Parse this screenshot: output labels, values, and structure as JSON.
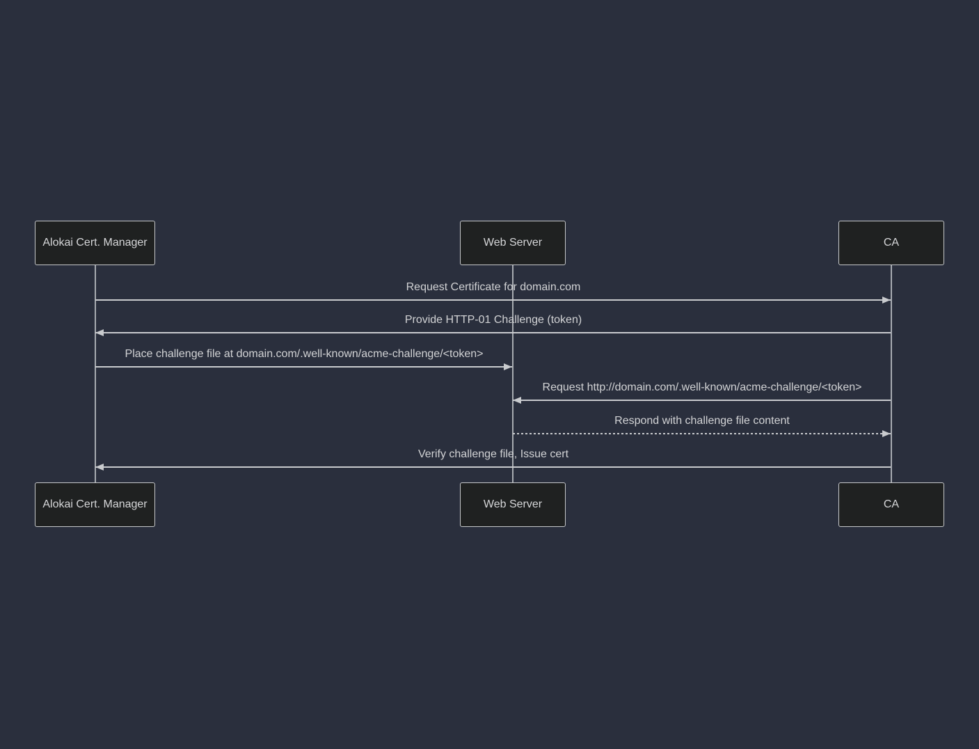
{
  "diagram": {
    "type": "sequence-diagram",
    "background_color": "#2a2f3d",
    "actor_fill": "#1f2121",
    "actor_border": "#c6c8ca",
    "text_color": "#d2d3d5",
    "line_color": "#c9cbce",
    "actors": [
      {
        "id": "alokai",
        "label": "Alokai Cert. Manager"
      },
      {
        "id": "webserver",
        "label": "Web Server"
      },
      {
        "id": "ca",
        "label": "CA"
      }
    ],
    "messages": [
      {
        "from": "Alokai Cert. Manager",
        "to": "CA",
        "label": "Request Certificate for domain.com",
        "style": "solid",
        "direction": "right"
      },
      {
        "from": "CA",
        "to": "Alokai Cert. Manager",
        "label": "Provide HTTP-01 Challenge (token)",
        "style": "solid",
        "direction": "left"
      },
      {
        "from": "Alokai Cert. Manager",
        "to": "Web Server",
        "label": "Place challenge file at domain.com/.well-known/acme-challenge/<token>",
        "style": "solid",
        "direction": "right"
      },
      {
        "from": "CA",
        "to": "Web Server",
        "label": "Request http://domain.com/.well-known/acme-challenge/<token>",
        "style": "solid",
        "direction": "left"
      },
      {
        "from": "Web Server",
        "to": "CA",
        "label": "Respond with challenge file content",
        "style": "dashed",
        "direction": "right"
      },
      {
        "from": "CA",
        "to": "Alokai Cert. Manager",
        "label": "Verify challenge file, Issue cert",
        "style": "solid",
        "direction": "left"
      }
    ]
  }
}
